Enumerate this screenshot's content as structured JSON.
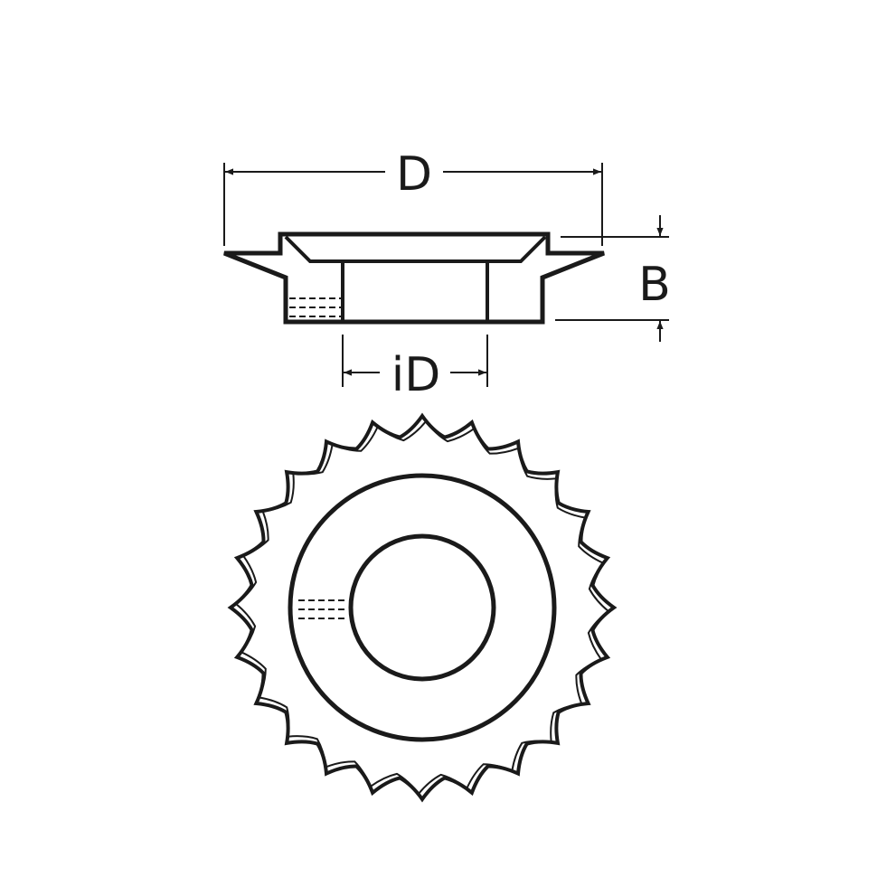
{
  "labels": {
    "outer_diameter": "D",
    "height": "B",
    "inner_diameter": "iD"
  },
  "colors": {
    "line": "#1a1a1a",
    "background": "#ffffff"
  },
  "top_view": {
    "serration_count": 24
  }
}
